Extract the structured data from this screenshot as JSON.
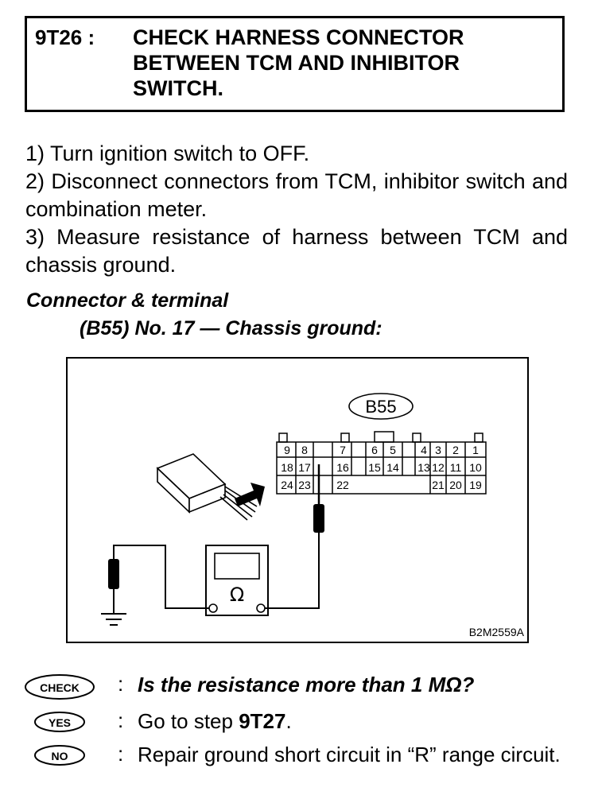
{
  "step": {
    "id": "9T26 :",
    "title": "CHECK HARNESS CONNECTOR BETWEEN TCM AND INHIBITOR SWITCH."
  },
  "instructions": [
    "1) Turn ignition switch to OFF.",
    "2) Disconnect connectors from TCM, inhibitor switch and combination meter.",
    "3) Measure resistance of harness between TCM and chassis ground."
  ],
  "connector_heading": "Connector & terminal",
  "connector_terminal": "(B55) No. 17 — Chassis ground:",
  "diagram": {
    "connector_label": "B55",
    "figure_code": "B2M2559A",
    "meter_symbol": "Ω",
    "terminals": {
      "row1": [
        "9",
        "8",
        "7",
        "6",
        "5",
        "4",
        "3",
        "2",
        "1"
      ],
      "row2": [
        "18",
        "17",
        "16",
        "15",
        "14",
        "13",
        "12",
        "11",
        "10"
      ],
      "row3": [
        "24",
        "23",
        "22",
        "21",
        "20",
        "19"
      ]
    }
  },
  "check": {
    "badge": "CHECK",
    "colon": ":",
    "text": "Is the resistance more than 1 MΩ?"
  },
  "yes": {
    "badge": "YES",
    "colon": ":",
    "text_prefix": "Go to step ",
    "text_step": "9T27",
    "text_suffix": "."
  },
  "no": {
    "badge": "NO",
    "colon": ":",
    "text": "Repair ground short circuit in “R” range circuit."
  }
}
